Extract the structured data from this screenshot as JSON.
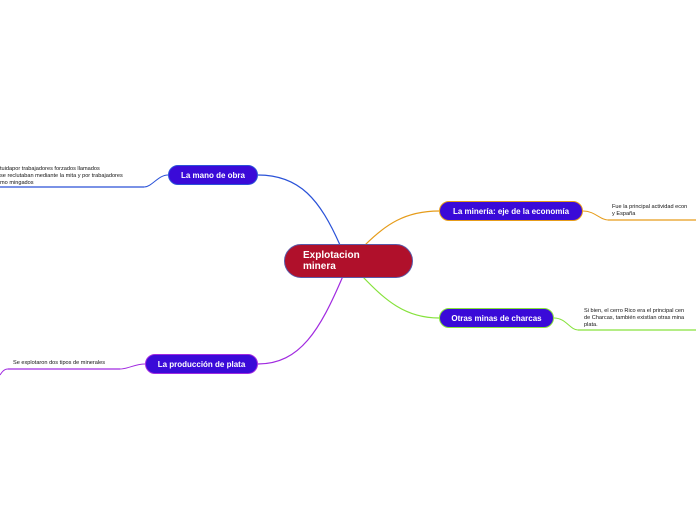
{
  "central": {
    "line1": "Explotacion",
    "line2": "minera"
  },
  "topics": {
    "mano_de_obra": "La mano de obra",
    "produccion_plata": "La producción de plata",
    "mineria_eje": "La minería: eje de la economía",
    "otras_minas": "Otras minas de charcas"
  },
  "subtopics": {
    "mano_de_obra": [
      "tuidapor trabajadores forzados llamados",
      "se reclutaban mediante la mita y por trabajadores",
      "mo mingados"
    ],
    "produccion_plata": [
      "Se explotaron dos tipos de minerales"
    ],
    "mineria_eje": [
      "Fue la principal actividad econ",
      "y España"
    ],
    "otras_minas": [
      "Si bien, el cerro Rico era el principal cen",
      "de Charcas, también existían otras mina",
      "plata."
    ]
  },
  "colors": {
    "central_fill": "#b0102b",
    "topic_fill": "#3a0ad8",
    "branch_mano": "#2a52d8",
    "branch_plata": "#a12ae0",
    "branch_eje": "#e69c1a",
    "branch_otras": "#86e23c"
  }
}
